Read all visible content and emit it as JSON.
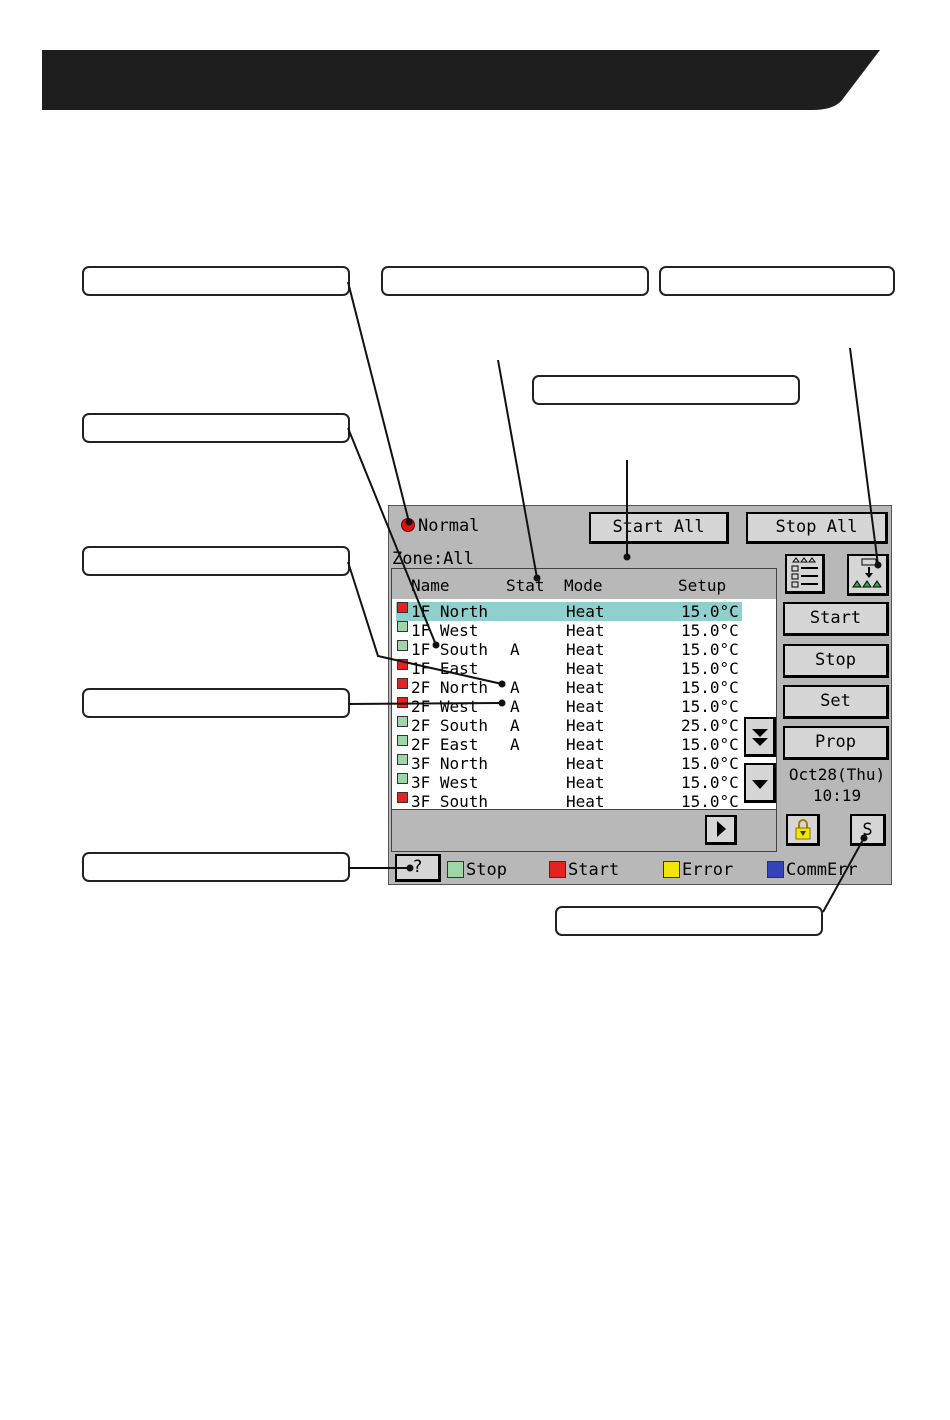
{
  "colors": {
    "stop": "#9fd6a8",
    "start": "#e52222",
    "error": "#f2e600",
    "commerr": "#3344bb",
    "selected_row": "#8fd0cc",
    "panel_bg": "#b8b8b8"
  },
  "status": {
    "indicator_icon": "red-dot-icon",
    "label": "Normal"
  },
  "top_buttons": {
    "start_all": "Start All",
    "stop_all": "Stop All"
  },
  "zone_label": "Zone:All",
  "list": {
    "columns": {
      "name": "Name",
      "stat": "Stat",
      "mode": "Mode",
      "setup": "Setup"
    },
    "rows": [
      {
        "name": "1F North",
        "stat": "",
        "mode": "Heat",
        "setup": "15.0°C",
        "state": "start",
        "selected": true
      },
      {
        "name": "1F West",
        "stat": "",
        "mode": "Heat",
        "setup": "15.0°C",
        "state": "stop"
      },
      {
        "name": "1F South",
        "stat": "A",
        "mode": "Heat",
        "setup": "15.0°C",
        "state": "stop"
      },
      {
        "name": "1F East",
        "stat": "",
        "mode": "Heat",
        "setup": "15.0°C",
        "state": "start"
      },
      {
        "name": "2F North",
        "stat": "A",
        "mode": "Heat",
        "setup": "15.0°C",
        "state": "start"
      },
      {
        "name": "2F West",
        "stat": "A",
        "mode": "Heat",
        "setup": "15.0°C",
        "state": "start"
      },
      {
        "name": "2F South",
        "stat": "A",
        "mode": "Heat",
        "setup": "25.0°C",
        "state": "stop"
      },
      {
        "name": "2F East",
        "stat": "A",
        "mode": "Heat",
        "setup": "15.0°C",
        "state": "stop"
      },
      {
        "name": "3F North",
        "stat": "",
        "mode": "Heat",
        "setup": "15.0°C",
        "state": "stop"
      },
      {
        "name": "3F West",
        "stat": "",
        "mode": "Heat",
        "setup": "15.0°C",
        "state": "stop"
      },
      {
        "name": "3F South",
        "stat": "",
        "mode": "Heat",
        "setup": "15.0°C",
        "state": "start"
      }
    ]
  },
  "side_buttons": {
    "list_view_icon": "list-view-icon",
    "group_view_icon": "group-view-icon",
    "start": "Start",
    "stop": "Stop",
    "set": "Set",
    "prop": "Prop"
  },
  "datetime": {
    "date": "Oct28(Thu)",
    "time": "10:19"
  },
  "bottom_buttons": {
    "help": "?",
    "lock_icon": "lock-icon",
    "s": "S"
  },
  "legend": {
    "stop": "Stop",
    "start": "Start",
    "error": "Error",
    "commerr": "CommErr"
  }
}
